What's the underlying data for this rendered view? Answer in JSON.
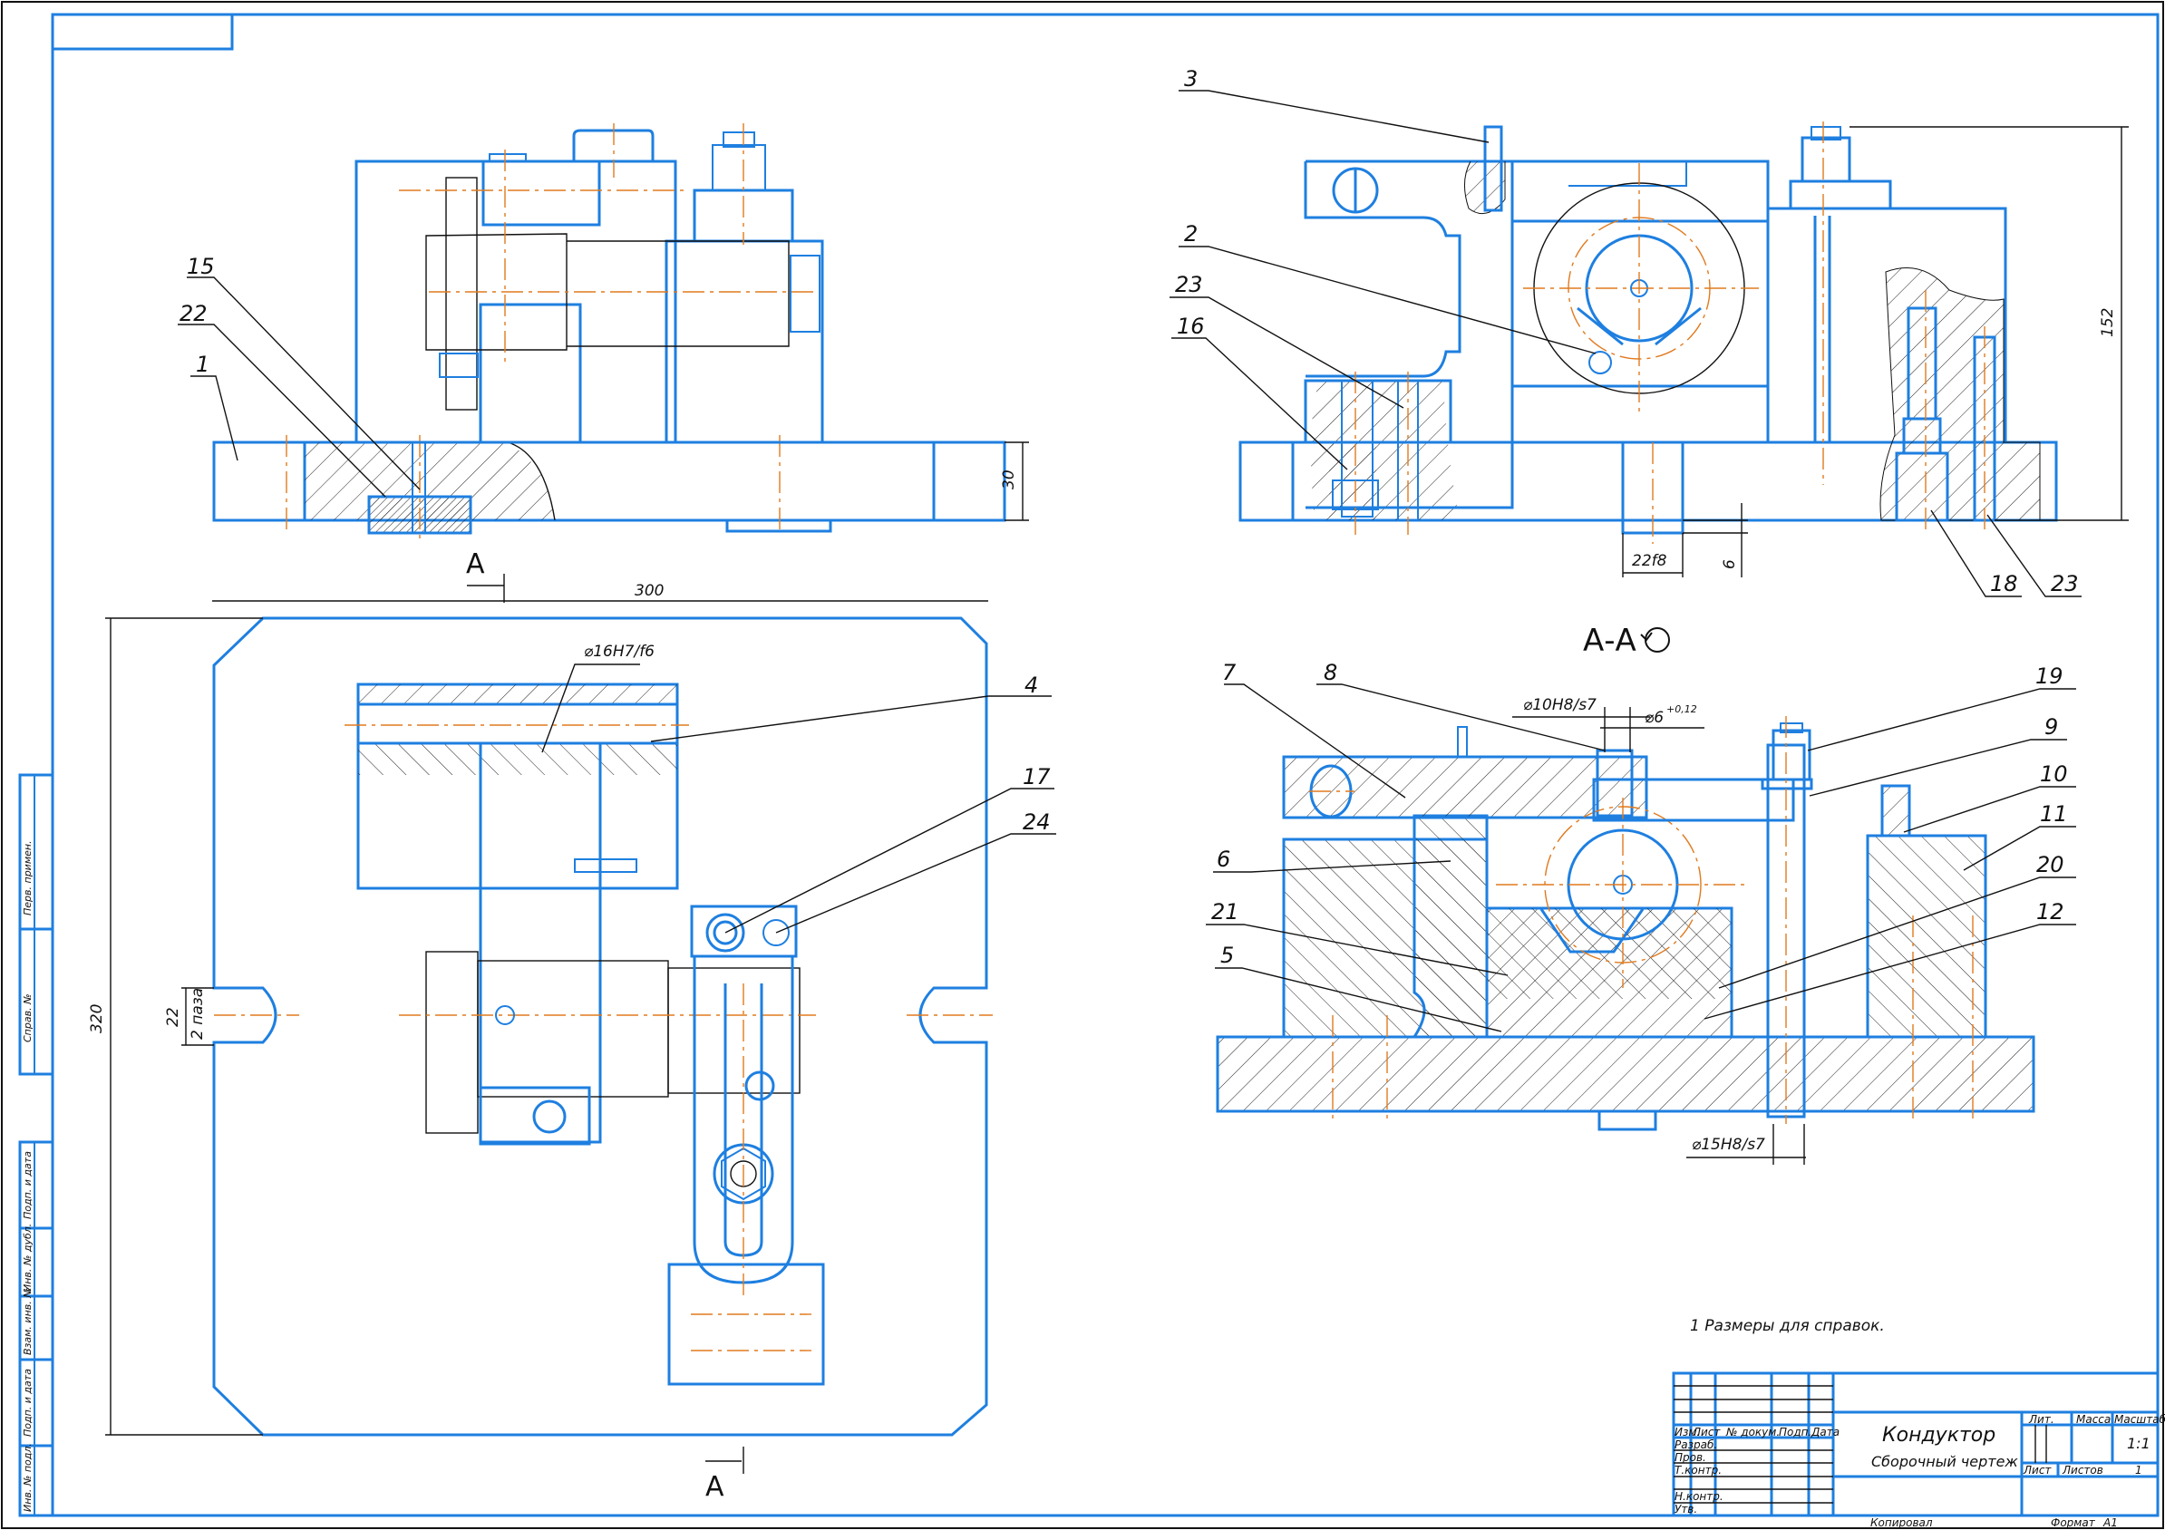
{
  "drawing": {
    "title": "Кондуктор",
    "subtitle": "Сборочный чертеж",
    "note": "1 Размеры для справок.",
    "section_label": "А-А",
    "section_marker": "А",
    "colors": {
      "outline": "#1e7fe0",
      "centerline": "#e07a1e",
      "thin": "#111111"
    }
  },
  "title_block": {
    "headers": [
      "Изм.",
      "Лист",
      "№ докум.",
      "Подп.",
      "Дата"
    ],
    "rows": [
      "Разраб.",
      "Пров.",
      "Т.контр.",
      "",
      "Н.контр.",
      "Утв."
    ],
    "lit_label": "Лит.",
    "mass_label": "Масса",
    "scale_label": "Масштаб",
    "scale_value": "1:1",
    "sheet_label": "Лист",
    "sheets_label": "Листов",
    "sheets_value": "1",
    "copied_label": "Копировал",
    "format_label": "Формат",
    "format_value": "A1"
  },
  "side_stamp": {
    "top": [
      "Перв. примен.",
      "Справ. №"
    ],
    "bottom": [
      "Подп. и дата",
      "Инв. № дубл.",
      "Взам. инв. №",
      "Подп. и дата",
      "Инв. № подл."
    ]
  },
  "dimensions": {
    "width_300": "300",
    "height_320": "320",
    "thickness_30": "30",
    "fit_16": "⌀16H7/f6",
    "slot_22": "22",
    "slot_note": "2 паза",
    "key_22f8": "22f8",
    "key_6": "6",
    "height_152": "152",
    "fit_10": "⌀10H8/s7",
    "bore_6": "⌀6",
    "bore_6_tol": "+0,12",
    "fit_15": "⌀15H8/s7"
  },
  "part_labels": {
    "front": [
      "15",
      "22",
      "1"
    ],
    "side": [
      "3",
      "2",
      "23",
      "16",
      "18",
      "23"
    ],
    "plan": [
      "4",
      "17",
      "24"
    ],
    "section": [
      "7",
      "8",
      "19",
      "9",
      "10",
      "11",
      "6",
      "20",
      "21",
      "12",
      "5"
    ]
  }
}
